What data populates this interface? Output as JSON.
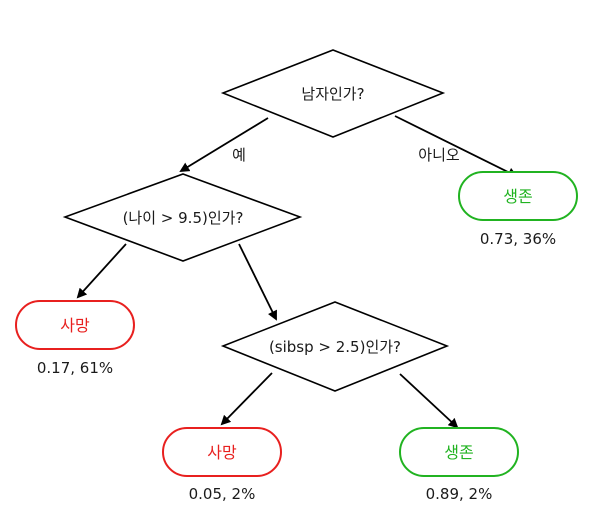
{
  "colors": {
    "die": "#e8201f",
    "survive": "#21b321",
    "line": "#000000"
  },
  "nodes": {
    "root": {
      "label": "남자인가?"
    },
    "age": {
      "label": "(나이 > 9.5)인가?"
    },
    "sibsp": {
      "label": "(sibsp > 2.5)인가?"
    }
  },
  "edges": {
    "yes_label": "예",
    "no_label": "아니오"
  },
  "leaves": {
    "root_no": {
      "label": "생존",
      "stat": "0.73, 36%"
    },
    "age_no": {
      "label": "사망",
      "stat": "0.17, 61%"
    },
    "sibsp_yes": {
      "label": "사망",
      "stat": "0.05, 2%"
    },
    "sibsp_no": {
      "label": "생존",
      "stat": "0.89, 2%"
    }
  }
}
